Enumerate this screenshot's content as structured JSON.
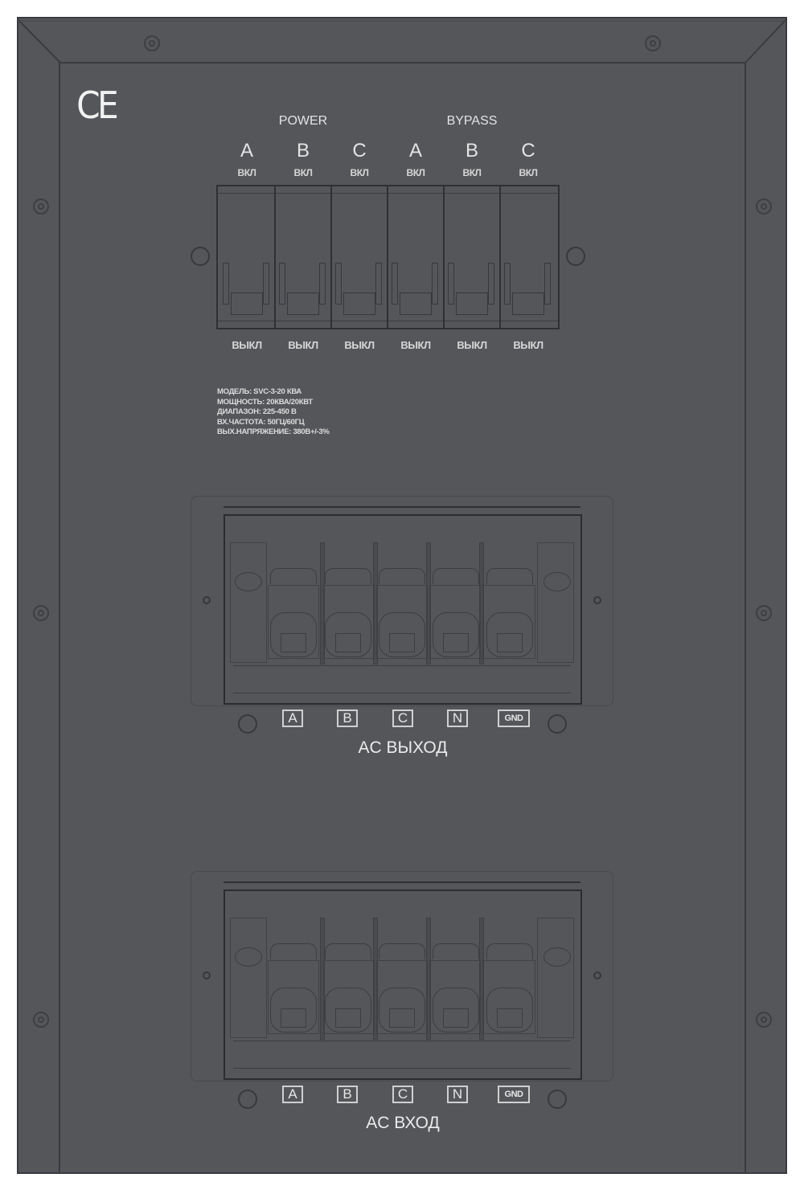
{
  "panel": {
    "background": "#55565a",
    "ce_mark": "CE"
  },
  "breakers": {
    "groups": [
      {
        "label": "POWER",
        "phases": [
          "A",
          "B",
          "C"
        ]
      },
      {
        "label": "BYPASS",
        "phases": [
          "A",
          "B",
          "C"
        ]
      }
    ],
    "phases": [
      {
        "letter": "A",
        "on_label": "ВКЛ",
        "off_label": "ВЫКЛ"
      },
      {
        "letter": "B",
        "on_label": "ВКЛ",
        "off_label": "ВЫКЛ"
      },
      {
        "letter": "C",
        "on_label": "ВКЛ",
        "off_label": "ВЫКЛ"
      },
      {
        "letter": "A",
        "on_label": "ВКЛ",
        "off_label": "ВЫКЛ"
      },
      {
        "letter": "B",
        "on_label": "ВКЛ",
        "off_label": "ВЫКЛ"
      },
      {
        "letter": "C",
        "on_label": "ВКЛ",
        "off_label": "ВЫКЛ"
      }
    ]
  },
  "spec_plate": {
    "lines": [
      "МОДЕЛЬ: SVC-3-20 КВА",
      "МОЩНОСТЬ: 20КВА/20КВТ",
      "ДИАПАЗОН: 225-450 В",
      "ВХ.ЧАСТОТА: 50ГЦ/60ГЦ",
      "ВЫХ.НАПРЯЖЕНИЕ: 380В+/-3%"
    ]
  },
  "terminal_blocks": [
    {
      "title": "AC ВЫХОД",
      "terminals": [
        "A",
        "B",
        "C",
        "N",
        "GND"
      ]
    },
    {
      "title": "AC ВХОД",
      "terminals": [
        "A",
        "B",
        "C",
        "N",
        "GND"
      ]
    }
  ]
}
